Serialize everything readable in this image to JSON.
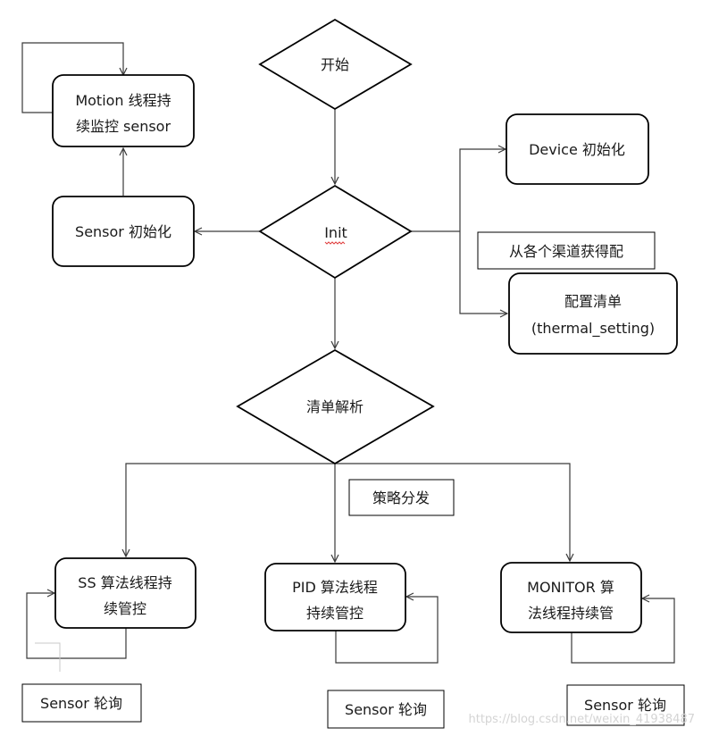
{
  "diagram": {
    "nodes": {
      "start": "开始",
      "init": "Init",
      "motion_l1": "Motion 线程持",
      "motion_l2": "续监控 sensor",
      "sensor_init": "Sensor 初始化",
      "device_init": "Device 初始化",
      "config_l1": "配置清单",
      "config_l2": "(thermal_setting)",
      "parse": "清单解析",
      "ss_l1": "SS 算法线程持",
      "ss_l2": "续管控",
      "pid_l1": "PID 算法线程",
      "pid_l2": "持续管控",
      "mon_l1": "MONITOR 算",
      "mon_l2": "法线程持续管"
    },
    "labels": {
      "channels": "从各个渠道获得配",
      "dispatch": "策略分发",
      "poll_ss": "Sensor 轮询",
      "poll_pid": "Sensor 轮询",
      "poll_mon": "Sensor 轮询"
    },
    "watermark": "https://blog.csdn.net/weixin_41938487"
  }
}
